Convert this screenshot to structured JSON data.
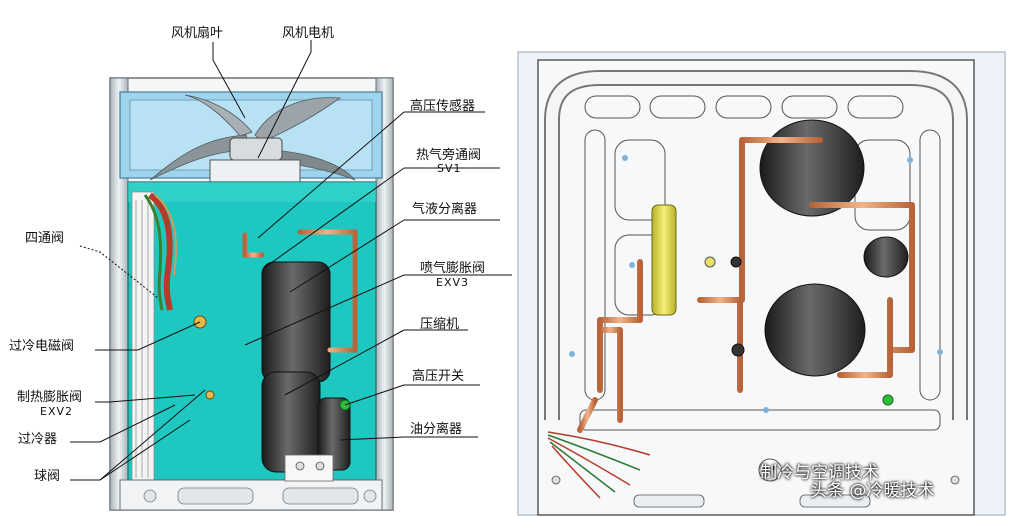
{
  "left_figure": {
    "labels": {
      "fan_blade": "风机扇叶",
      "fan_motor": "风机电机",
      "high_pressure_sensor": "高压传感器",
      "hot_gas_bypass_valve": "热气旁通阀",
      "hot_gas_bypass_valve_code": "SV1",
      "gas_liquid_separator": "气液分离器",
      "four_way_valve": "四通阀",
      "injection_expansion_valve": "喷气膨胀阀",
      "injection_expansion_valve_code": "EXV3",
      "compressor": "压缩机",
      "subcooling_solenoid_valve": "过冷电磁阀",
      "high_pressure_switch": "高压开关",
      "heating_expansion_valve": "制热膨胀阀",
      "heating_expansion_valve_code": "EXV2",
      "subcooler": "过冷器",
      "oil_separator": "油分离器",
      "ball_valve": "球阀"
    }
  },
  "watermark": {
    "line1": "制冷与空调技术",
    "line2": "头条 @冷暖技术"
  },
  "colors": {
    "cabinet_teal": "#1ec7bf",
    "fan_box_blue": "#9fd4ee",
    "copper": "#d9895a",
    "compressor_dark": "#2b2b2b",
    "frame_gray": "#c9d2d8"
  }
}
